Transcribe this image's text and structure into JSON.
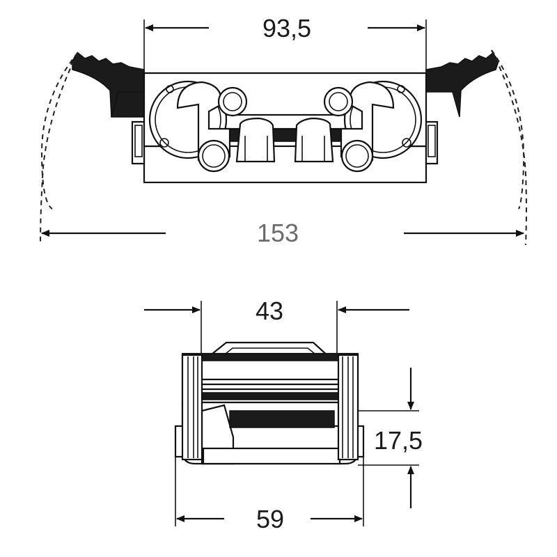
{
  "top_view": {
    "width_inner": "93,5",
    "width_outer": "153"
  },
  "bottom_view": {
    "width_top": "43",
    "height": "17,5",
    "width_bottom": "59"
  }
}
